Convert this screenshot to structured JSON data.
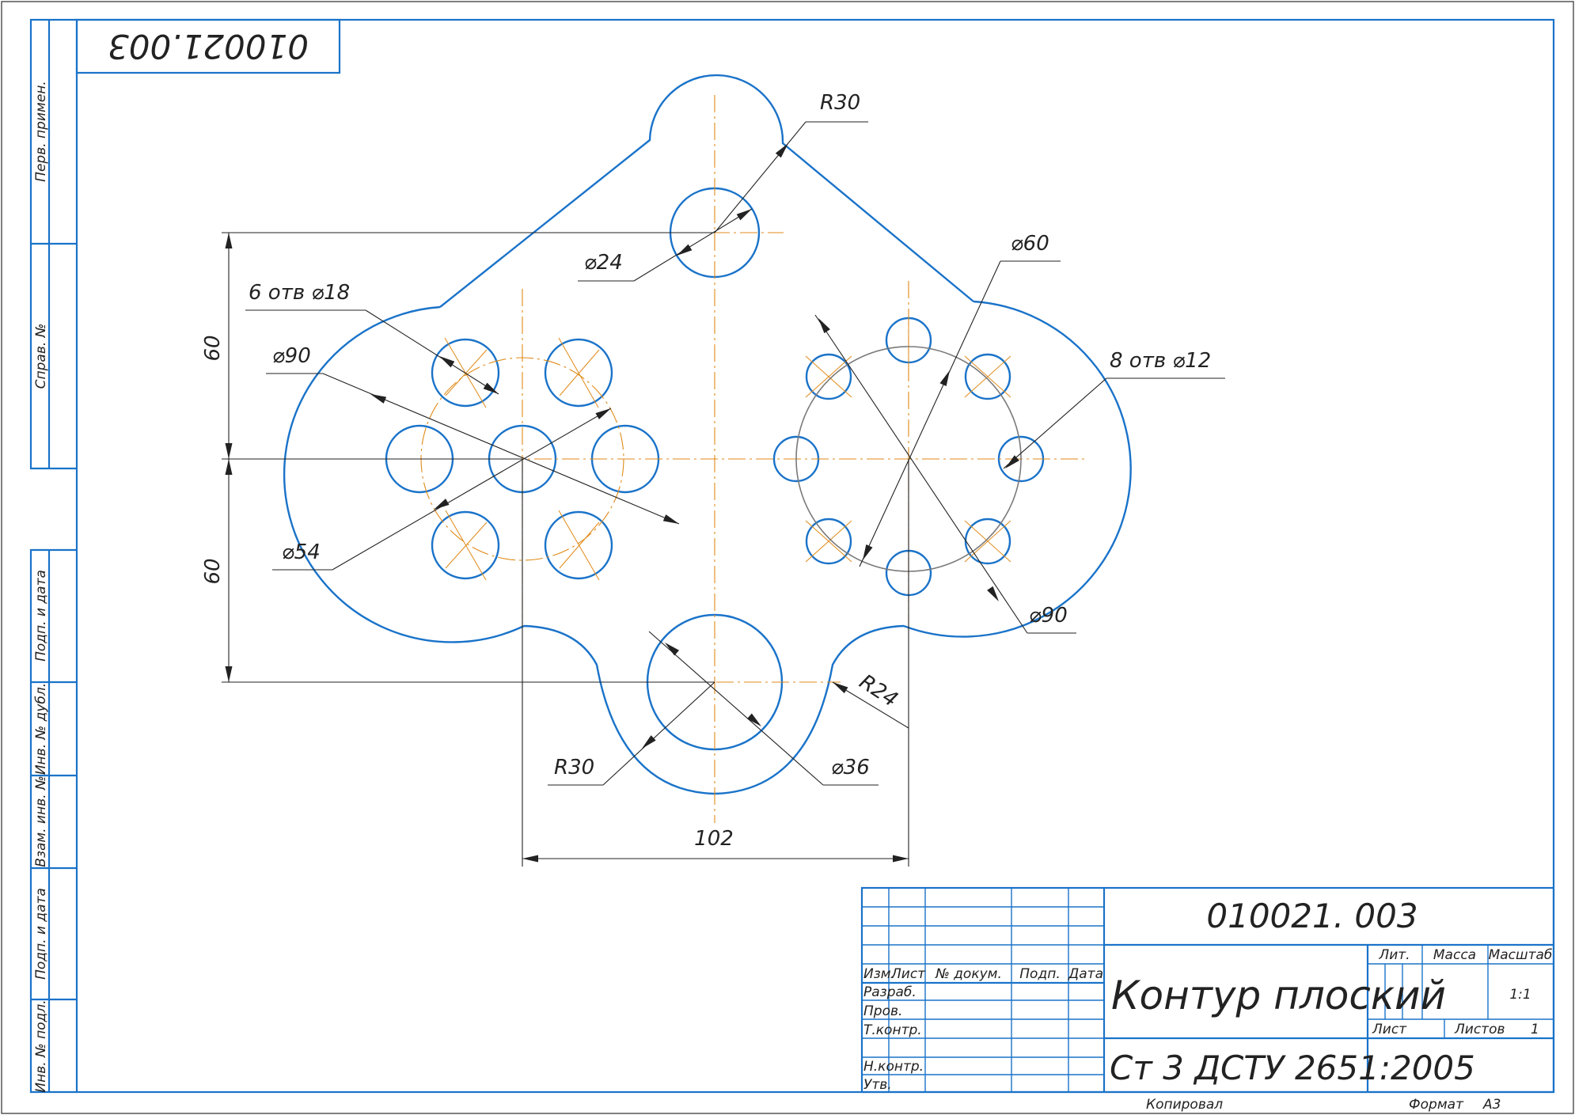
{
  "stamp": {
    "doc_number_rotated": "010021.003"
  },
  "side_labels": [
    "Перв. примен.",
    "Справ. №",
    "Подп. и дата",
    "Инв. № дубл.",
    "Взам. инв. №",
    "Подп. и дата",
    "Инв. № подл."
  ],
  "dimensions": {
    "r30_top": "R30",
    "d24": "⌀24",
    "holes6": "6 отв  ⌀18",
    "d90_left": "⌀90",
    "d54": "⌀54",
    "v60_top": "60",
    "v60_bottom": "60",
    "d60": "⌀60",
    "holes8": "8 отв  ⌀12",
    "d90_right": "⌀90",
    "r24": "R24",
    "r30_bottom": "R30",
    "d36": "⌀36",
    "h102": "102"
  },
  "title_block": {
    "doc_number": "010021. 003",
    "name": "Контур плоский",
    "material": "Ст 3 ДСТУ 2651:2005",
    "columns": [
      "Изм.",
      "Лист",
      "№ докум.",
      "Подп.",
      "Дата"
    ],
    "roles": [
      "Разраб.",
      "Пров.",
      "Т.контр.",
      "Н.контр.",
      "Утв."
    ],
    "lit": "Лит.",
    "massa": "Масса",
    "masshtab": "Масштаб",
    "scale": "1:1",
    "list": "Лист",
    "listov": "Листов",
    "listov_value": "1"
  },
  "footer": {
    "copied": "Копировал",
    "format_label": "Формат",
    "format_value": "А3"
  },
  "colors": {
    "outline": "#1a73c9",
    "axis": "#e08a18",
    "dimension": "#222222"
  }
}
